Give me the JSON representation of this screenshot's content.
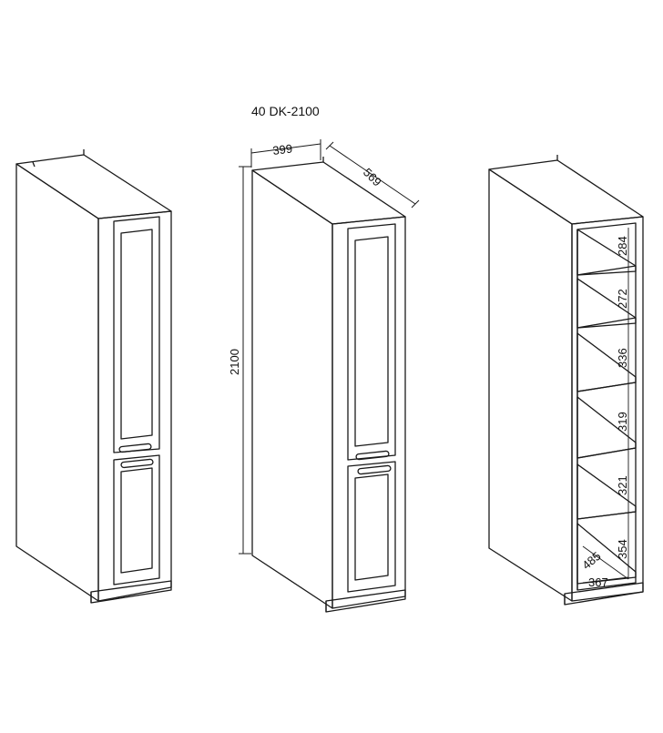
{
  "model_code": "40 DK-2100",
  "dimensions": {
    "width": "399",
    "depth": "569",
    "height": "2100"
  },
  "interior": {
    "shelf_spacings": [
      "284",
      "272",
      "336",
      "319",
      "321",
      "354"
    ],
    "inner_depth": "485",
    "inner_width": "367"
  },
  "colors": {
    "line": "#1a1a1a",
    "panel_shade": "#e9e9e9",
    "background": "#ffffff"
  }
}
